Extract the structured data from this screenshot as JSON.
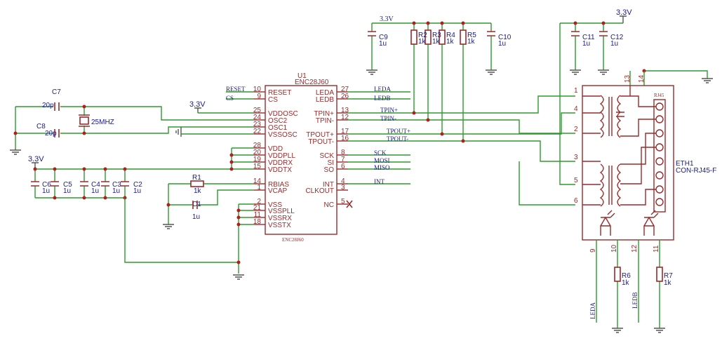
{
  "ic": {
    "ref": "U1",
    "value": "ENC28J60",
    "footer": "ENC28J60",
    "left_pins": [
      {
        "num": "10",
        "name": "RESET"
      },
      {
        "num": "9",
        "name": "CS"
      },
      {
        "num": "25",
        "name": "VDDOSC"
      },
      {
        "num": "24",
        "name": "OSC2"
      },
      {
        "num": "23",
        "name": "OSC1"
      },
      {
        "num": "22",
        "name": "VSSOSC"
      },
      {
        "num": "28",
        "name": "VDD"
      },
      {
        "num": "20",
        "name": "VDDPLL"
      },
      {
        "num": "19",
        "name": "VDDRX"
      },
      {
        "num": "15",
        "name": "VDDTX"
      },
      {
        "num": "14",
        "name": "RBIAS"
      },
      {
        "num": "1",
        "name": "VCAP"
      },
      {
        "num": "2",
        "name": "VSS"
      },
      {
        "num": "21",
        "name": "VSSPLL"
      },
      {
        "num": "11",
        "name": "VSSRX"
      },
      {
        "num": "18",
        "name": "VSSTX"
      }
    ],
    "right_pins": [
      {
        "num": "27",
        "name": "LEDA"
      },
      {
        "num": "26",
        "name": "LEDB"
      },
      {
        "num": "13",
        "name": "TPIN+"
      },
      {
        "num": "12",
        "name": "TPIN-"
      },
      {
        "num": "17",
        "name": "TPOUT+"
      },
      {
        "num": "16",
        "name": "TPOUT-"
      },
      {
        "num": "8",
        "name": "SCK"
      },
      {
        "num": "7",
        "name": "SI"
      },
      {
        "num": "6",
        "name": "SO"
      },
      {
        "num": "4",
        "name": "INT"
      },
      {
        "num": "3",
        "name": "CLKOUT"
      },
      {
        "num": "5",
        "name": "NC"
      }
    ]
  },
  "nets": {
    "reset": "RESET",
    "cs": "CS",
    "leda": "LEDA",
    "ledb": "LEDB",
    "tpin_p": "TPIN+",
    "tpin_n": "TPIN-",
    "tpout_p": "TPOUT+",
    "tpout_n": "TPOUT-",
    "sck": "SCK",
    "mosi": "MOSI",
    "miso": "MISO",
    "int": "INT",
    "leda_v": "LEDA",
    "ledb_v": "LEDB"
  },
  "power": {
    "p1": "3.3V",
    "p2": "3.3V",
    "p3": "3.3V",
    "p4": "3.3V"
  },
  "parts": {
    "c7": {
      "ref": "C7",
      "value": "20p"
    },
    "c8": {
      "ref": "C8",
      "value": "20p"
    },
    "xtal": {
      "value": "25MHZ"
    },
    "c6": {
      "ref": "C6",
      "value": "1u"
    },
    "c5": {
      "ref": "C5",
      "value": "1u"
    },
    "c4": {
      "ref": "C4",
      "value": "1u"
    },
    "c3": {
      "ref": "C3",
      "value": "1u"
    },
    "c2": {
      "ref": "C2",
      "value": "1u"
    },
    "r1": {
      "ref": "R1",
      "value": "1k"
    },
    "c1": {
      "ref": "C1",
      "value": "1u"
    },
    "c9": {
      "ref": "C9",
      "value": "1u"
    },
    "r2": {
      "ref": "R2",
      "value": "1k"
    },
    "r3": {
      "ref": "R3",
      "value": "1k"
    },
    "r4": {
      "ref": "R4",
      "value": "1k"
    },
    "r5": {
      "ref": "R5",
      "value": "1k"
    },
    "c10": {
      "ref": "C10",
      "value": "1u"
    },
    "c11": {
      "ref": "C11",
      "value": "1u"
    },
    "c12": {
      "ref": "C12",
      "value": "1u"
    },
    "r6": {
      "ref": "R6",
      "value": "1k"
    },
    "r7": {
      "ref": "R7",
      "value": "1k"
    }
  },
  "jack": {
    "ref": "ETH1",
    "value": "CON-RJ45-F",
    "tag": "RJ45",
    "pins_left": [
      "1",
      "4",
      "2",
      "3",
      "5",
      "6"
    ],
    "pins_top": [
      "13",
      "14"
    ],
    "pins_bottom": [
      "9",
      "10",
      "12",
      "11"
    ]
  }
}
